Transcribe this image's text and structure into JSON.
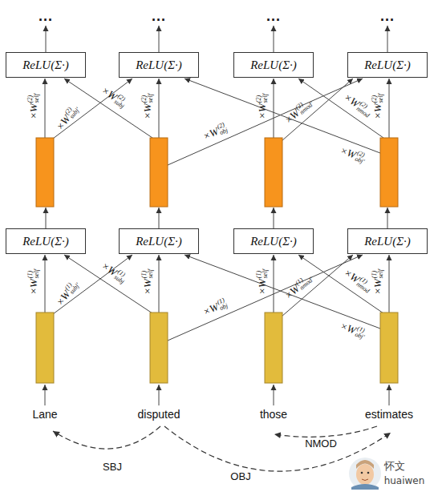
{
  "diagram": {
    "nodes": [
      {
        "text": [
          "ReLU(Σ·)"
        ]
      },
      {
        "text": [
          "ReLU(Σ·)"
        ]
      },
      {
        "text": [
          "ReLU(Σ·)"
        ]
      },
      {
        "text": [
          "ReLU(Σ·)"
        ]
      },
      {
        "text": [
          "ReLU(Σ·)"
        ]
      },
      {
        "text": [
          "ReLU(Σ·)"
        ]
      },
      {
        "text": [
          "ReLU(Σ·)"
        ]
      },
      {
        "text": [
          "ReLU(Σ·)"
        ]
      }
    ],
    "labels": [
      "...",
      "...",
      "...",
      "...",
      "×W",
      "(2)",
      "self",
      "×W",
      "(2)",
      "subj'",
      "×W",
      "(2)",
      "subj",
      "×W",
      "(2)",
      "self",
      "×W",
      "(2)",
      "obj",
      "×W",
      "(2)",
      "self",
      "×W",
      "(2)",
      "nmod'",
      "×W",
      "(2)",
      "nmod",
      "×W",
      "(2)",
      "obj'",
      "×W",
      "(2)",
      "self",
      "×W",
      "(1)",
      "self",
      "×W",
      "(1)",
      "subj'",
      "×W",
      "(1)",
      "subj",
      "×W",
      "(1)",
      "self",
      "×W",
      "(1)",
      "obj",
      "×W",
      "(1)",
      "self",
      "×W",
      "(1)",
      "nmod'",
      "×W",
      "(1)",
      "nmod",
      "×W",
      "(1)",
      "obj'",
      "×W",
      "(1)",
      "self",
      "Lane",
      "disputed",
      "those",
      "estimates",
      "NMOD",
      "SBJ",
      "OBJ",
      "怀文",
      "huaiwen"
    ]
  }
}
